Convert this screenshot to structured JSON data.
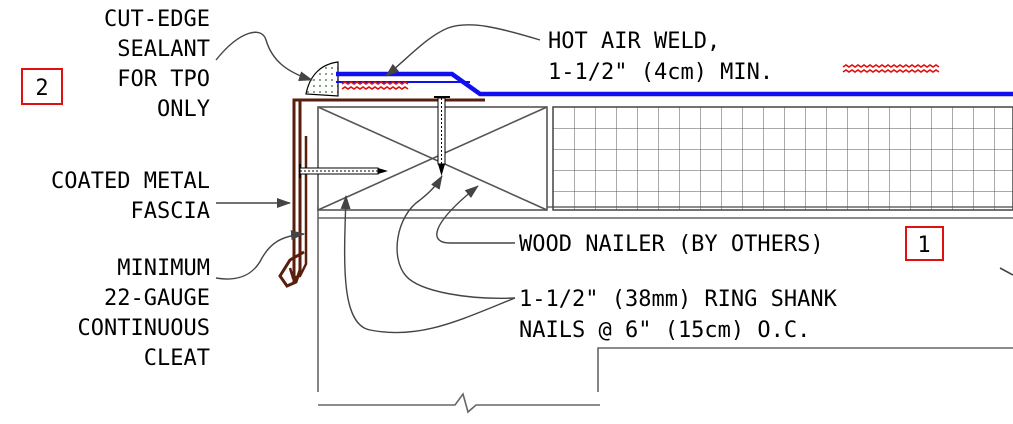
{
  "labels": {
    "cut_edge_sealant": [
      "CUT-EDGE",
      "SEALANT",
      "FOR TPO",
      "ONLY"
    ],
    "cut_edge_badge": "2",
    "hot_air_weld": [
      "HOT AIR WELD,",
      "1-1/2\" (4cm) MIN."
    ],
    "coated_fascia": [
      "COATED METAL",
      "FASCIA"
    ],
    "cleat": [
      "MINIMUM",
      "22-GAUGE",
      "CONTINUOUS",
      "CLEAT"
    ],
    "wood_nailer": "WOOD NAILER (BY OTHERS)",
    "wood_nailer_badge": "1",
    "ring_shank_nails": [
      "1-1/2\" (38mm) RING SHANK",
      "NAILS @ 6\" (15cm) O.C."
    ]
  },
  "colors": {
    "membrane": "#1010ee",
    "weld": "#e01010",
    "fascia": "#5a1e0c",
    "badge_border": "#e01010",
    "linework": "#000000",
    "substrate": "#666666"
  }
}
